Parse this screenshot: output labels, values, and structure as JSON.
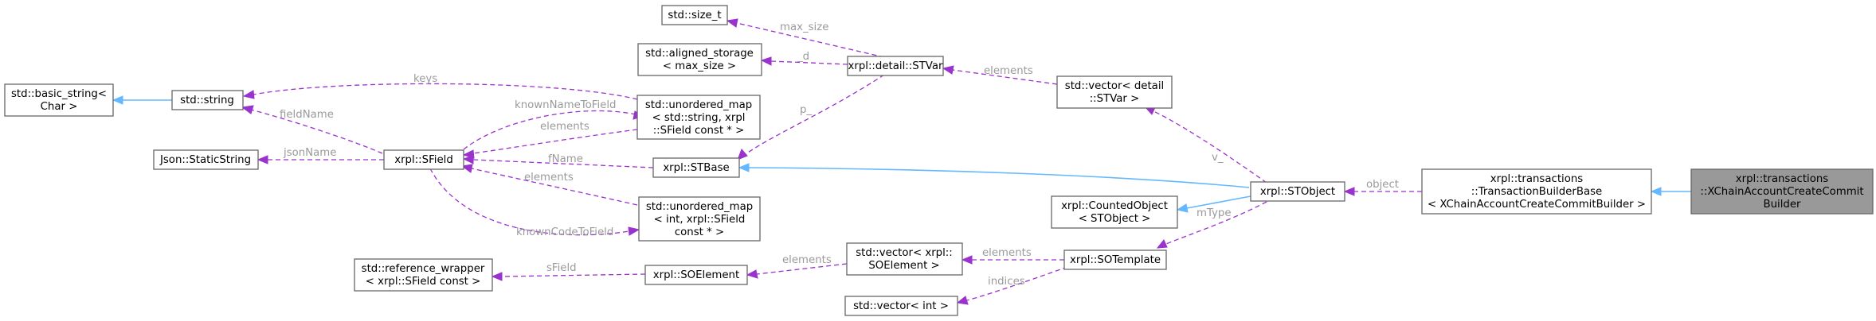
{
  "nodes": {
    "basic_string": [
      "std::basic_string<",
      "Char >"
    ],
    "string": [
      "std::string"
    ],
    "static_string": [
      "Json::StaticString"
    ],
    "sfield": [
      "xrpl::SField"
    ],
    "reference_wrapper": [
      "std::reference_wrapper",
      "< xrpl::SField const >"
    ],
    "size_t": [
      "std::size_t"
    ],
    "aligned_storage": [
      "std::aligned_storage",
      "< max_size >"
    ],
    "map_name": [
      "std::unordered_map",
      "< std::string, xrpl",
      "::SField const * >"
    ],
    "stbase": [
      "xrpl::STBase"
    ],
    "map_code": [
      "std::unordered_map",
      "< int, xrpl::SField",
      "const * >"
    ],
    "soelement": [
      "xrpl::SOElement"
    ],
    "stvar": [
      "xrpl::detail::STVar"
    ],
    "vec_soelement": [
      "std::vector< xrpl::",
      "SOElement >"
    ],
    "vec_int": [
      "std::vector< int >"
    ],
    "vec_stvar": [
      "std::vector< detail",
      "::STVar >"
    ],
    "counted": [
      "xrpl::CountedObject",
      "< STObject >"
    ],
    "sotemplate": [
      "xrpl::SOTemplate"
    ],
    "stobject": [
      "xrpl::STObject"
    ],
    "builder_base": [
      "xrpl::transactions",
      "::TransactionBuilderBase",
      "< XChainAccountCreateCommitBuilder >"
    ],
    "builder": [
      "xrpl::transactions",
      "::XChainAccountCreateCommit",
      "Builder"
    ]
  },
  "edge_labels": {
    "keys": "keys",
    "fieldName": "fieldName",
    "jsonName": "jsonName",
    "knownNameToField": "knownNameToField",
    "elements_map_name": "elements",
    "fName": "fName",
    "elements_map_code": "elements",
    "knownCodeToField": "knownCodeToField",
    "sField": "sField",
    "max_size": "max_size",
    "d": "_d",
    "p": "p_",
    "elements_stvar": "elements",
    "v": "v_",
    "object": "object",
    "mType": "mType",
    "elements_so": "elements",
    "indices": "indices"
  },
  "colors": {
    "member_edge": "#9a32cd",
    "inheritance_edge": "#63b8ff",
    "focus_fill": "#999999",
    "label_text": "#9a9a9a"
  }
}
